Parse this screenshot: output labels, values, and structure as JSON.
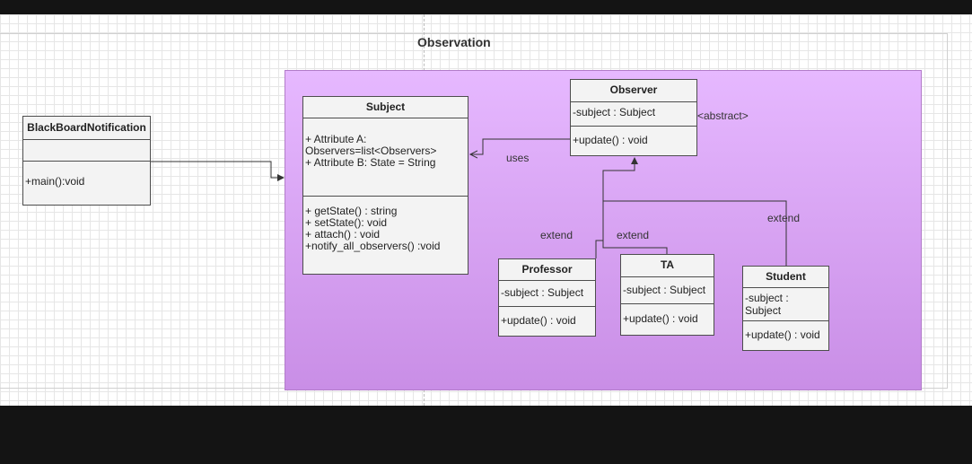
{
  "diagram_title": "Observation",
  "classes": {
    "blackboard": {
      "name": "BlackBoardNotification",
      "attributes": [],
      "methods": [
        "+main():void"
      ]
    },
    "subject": {
      "name": "Subject",
      "attributes": [
        "+  Attribute A:",
        "Observers=list<Observers>",
        "+  Attribute B: State = String"
      ],
      "methods": [
        "+   getState() : string",
        "+   setState(): void",
        "+ attach() : void",
        "+notify_all_observers() :void"
      ]
    },
    "observer": {
      "name": "Observer",
      "attributes": [
        "-subject :  Subject"
      ],
      "methods": [
        "+update() : void"
      ],
      "stereotype": "<abstract>"
    },
    "professor": {
      "name": "Professor",
      "attributes": [
        "-subject :  Subject"
      ],
      "methods": [
        "+update() : void"
      ]
    },
    "ta": {
      "name": "TA",
      "attributes": [
        "-subject :  Subject"
      ],
      "methods": [
        "+update() : void"
      ]
    },
    "student": {
      "name": "Student",
      "attributes": [
        "-subject :",
        "Subject"
      ],
      "methods": [
        "+update() : void"
      ]
    }
  },
  "edge_labels": {
    "uses": "uses",
    "extend_professor": "extend",
    "extend_ta": "extend",
    "extend_student": "extend"
  },
  "colors": {
    "container_top": "#e6b8ff",
    "container_bottom": "#c98ee6",
    "class_fill": "#f3f3f3",
    "edge": "#333333"
  }
}
